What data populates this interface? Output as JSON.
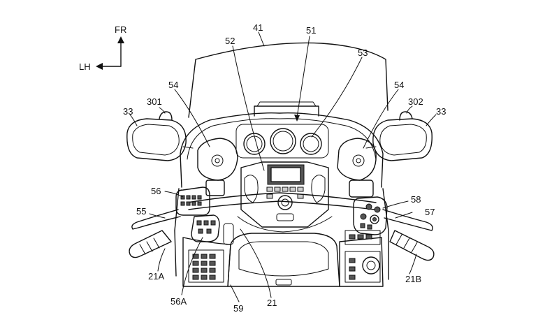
{
  "orientation": {
    "forward_label": "FR",
    "left_label": "LH"
  },
  "reference_numerals": {
    "windscreen": "41",
    "meter_panel": "51",
    "center_display": "52",
    "meters": "53",
    "speaker_left": "54",
    "speaker_right": "54",
    "mirror_left": "33",
    "mirror_right": "33",
    "mirror_light_left": "301",
    "mirror_light_right": "302",
    "switch_box_left": "56",
    "switch_box_left_lower": "56A",
    "lever_left": "55",
    "lever_right": "57",
    "switch_box_right": "58",
    "grip_left": "21A",
    "grip_right": "21B",
    "handlebar": "21",
    "console_switches": "59"
  }
}
